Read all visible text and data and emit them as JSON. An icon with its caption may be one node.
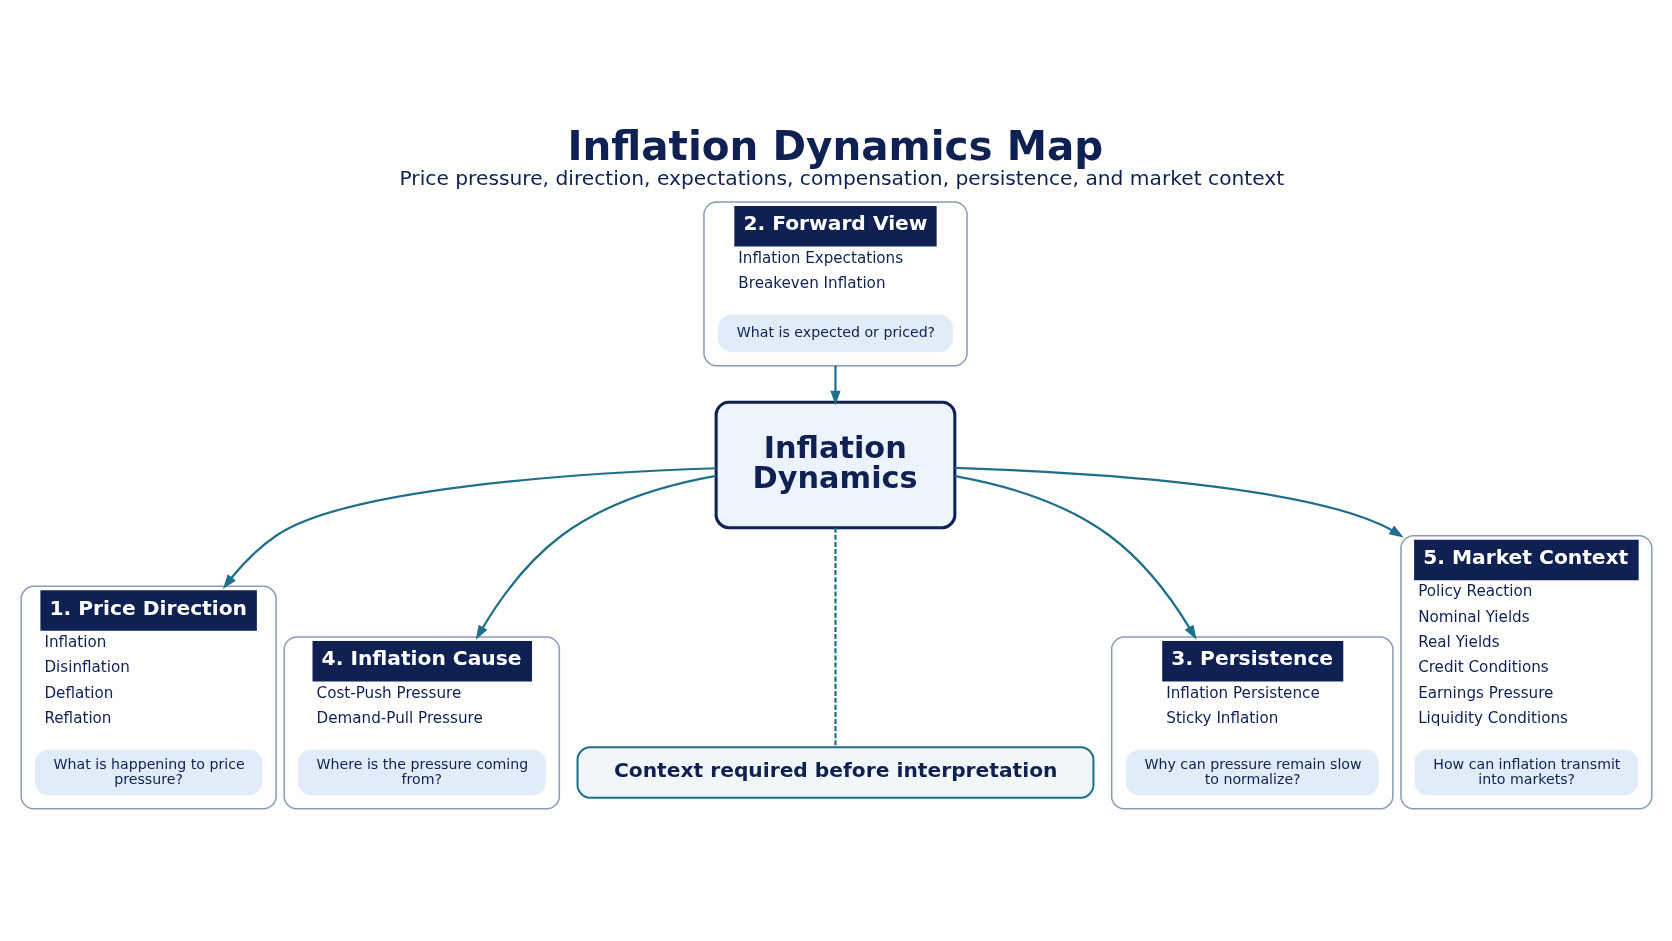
{
  "diagram": {
    "title": "Inflation Dynamics Map",
    "caption": "Price pressure, direction, expectations, compensation, persistence, and market context",
    "nodes": [
      {
        "text": [
          "2. Forward View",
          "Inflation Expectations",
          "Breakeven Inflation"
        ]
      },
      {
        "text": [
          "What is expected or priced?"
        ],
        "in": 0
      },
      {
        "text": [
          "1. Price Direction",
          "Inflation",
          "Disinflation",
          "Deflation",
          "Reflation"
        ]
      },
      {
        "text": [
          "What is happening to price pressure?"
        ],
        "in": 2
      },
      {
        "text": [
          "3. Persistence",
          "Inflation Persistence",
          "Sticky Inflation"
        ]
      },
      {
        "text": [
          "Why can pressure remain slow to normalize?"
        ],
        "in": 4
      },
      {
        "text": [
          "Inflation Dynamics"
        ]
      },
      {
        "text": [
          "4. Inflation Cause",
          "Cost-Push Pressure",
          "Demand-Pull Pressure"
        ]
      },
      {
        "text": [
          "Where is the pressure coming from?"
        ],
        "in": 7
      },
      {
        "text": [
          "5. Market Context",
          "Policy Reaction",
          "Nominal Yields",
          "Real Yields",
          "Credit Conditions",
          "Earnings Pressure",
          "Liquidity Conditions"
        ]
      },
      {
        "text": [
          "How can inflation transmit into markets?"
        ],
        "in": 9
      },
      {
        "text": [
          "Context required before interpretation"
        ]
      }
    ],
    "edges": [
      {
        "from": 0,
        "to": 6,
        "arrow": "to"
      },
      {
        "from": 6,
        "to": 2,
        "arrow": "to"
      },
      {
        "from": 6,
        "to": 4,
        "arrow": "to"
      },
      {
        "from": 6,
        "to": 7,
        "arrow": "to"
      },
      {
        "from": 6,
        "to": 9,
        "arrow": "to"
      },
      {
        "from": 6,
        "to": 11,
        "arrow": "none",
        "style": "dashed"
      }
    ]
  }
}
